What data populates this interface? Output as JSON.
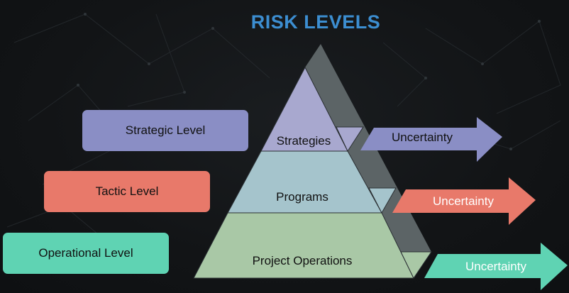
{
  "title": "RISK LEVELS",
  "colors": {
    "title": "#3c8ed1",
    "strategic": "#8a8ec5",
    "tactic": "#e8796a",
    "operational": "#5fd3b3",
    "pyramid_top": "#a8a8cf",
    "pyramid_mid": "#a5c4cc",
    "pyramid_bottom": "#a9c8a6",
    "pyramid_shadow": "#5c6466"
  },
  "levels": [
    {
      "label": "Strategic Level"
    },
    {
      "label": "Tactic Level"
    },
    {
      "label": "Operational Level"
    }
  ],
  "pyramid": {
    "top_label": "Strategies",
    "middle_label": "Programs",
    "bottom_label": "Project Operations"
  },
  "arrows": [
    {
      "label": "Uncertainty"
    },
    {
      "label": "Uncertainty"
    },
    {
      "label": "Uncertainty"
    }
  ]
}
